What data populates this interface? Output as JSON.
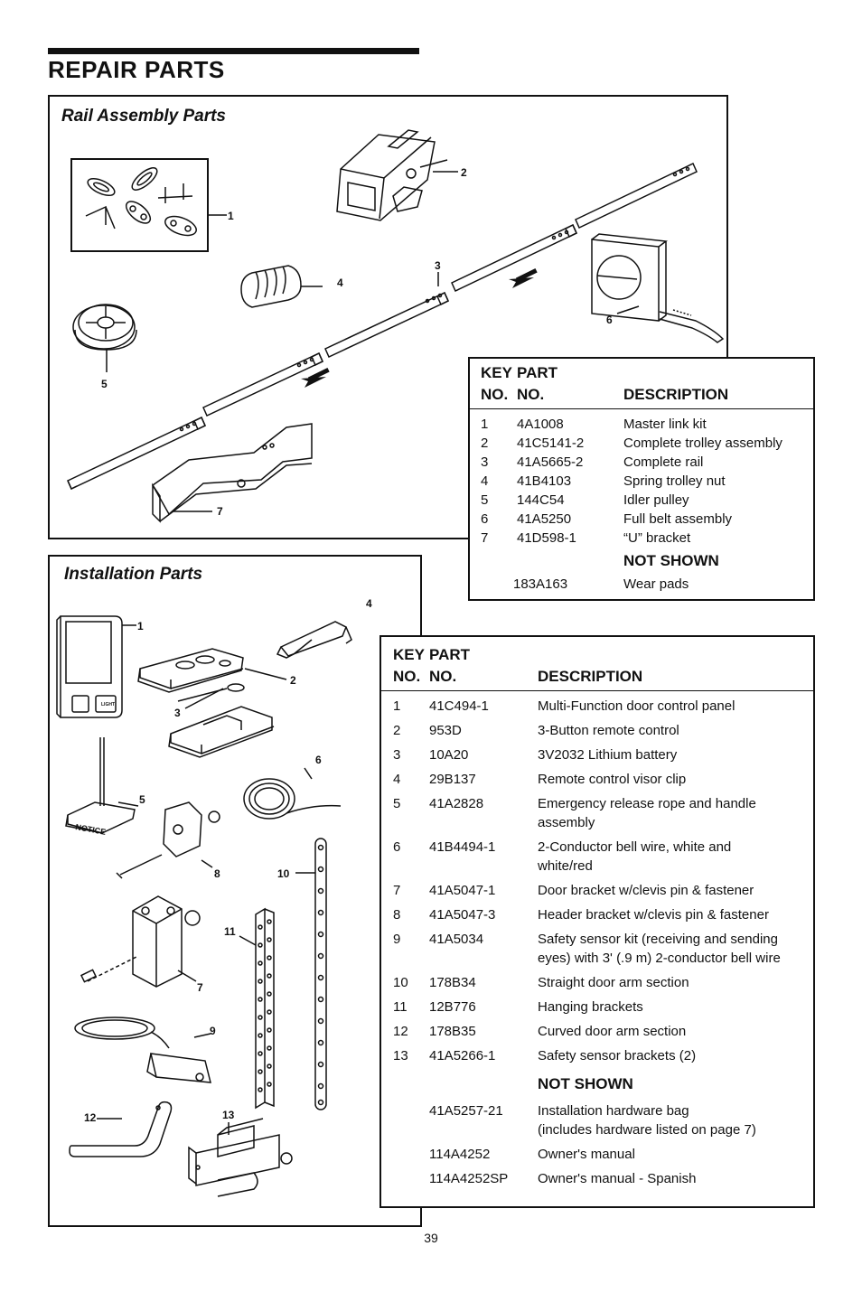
{
  "page": {
    "title": "REPAIR PARTS",
    "page_number": "39"
  },
  "rail_assembly": {
    "title": "Rail Assembly Parts",
    "callouts": [
      "1",
      "2",
      "3",
      "4",
      "5",
      "6",
      "7"
    ],
    "table": {
      "header": {
        "key_label": "KEY",
        "no_label": "NO.",
        "part_label": "PART",
        "part_no_label": "NO.",
        "description_label": "DESCRIPTION"
      },
      "rows": [
        {
          "key": "1",
          "part": "4A1008",
          "description": "Master link kit"
        },
        {
          "key": "2",
          "part": "41C5141-2",
          "description": "Complete trolley assembly"
        },
        {
          "key": "3",
          "part": "41A5665-2",
          "description": "Complete rail"
        },
        {
          "key": "4",
          "part": "41B4103",
          "description": "Spring trolley nut"
        },
        {
          "key": "5",
          "part": "144C54",
          "description": "Idler pulley"
        },
        {
          "key": "6",
          "part": "41A5250",
          "description": "Full belt assembly"
        },
        {
          "key": "7",
          "part": "41D598-1",
          "description": "“U” bracket"
        }
      ],
      "not_shown_label": "NOT SHOWN",
      "not_shown_rows": [
        {
          "key": "",
          "part": "183A163",
          "description": "Wear pads"
        }
      ]
    }
  },
  "installation": {
    "title": "Installation Parts",
    "callouts": [
      "1",
      "2",
      "3",
      "4",
      "5",
      "6",
      "7",
      "8",
      "9",
      "10",
      "11",
      "12",
      "13"
    ],
    "art_text": {
      "notice": "NOTICE",
      "light": "LIGHT"
    },
    "table": {
      "header": {
        "key_label": "KEY",
        "no_label": "NO.",
        "part_label": "PART",
        "part_no_label": "NO.",
        "description_label": "DESCRIPTION"
      },
      "rows": [
        {
          "key": "1",
          "part": "41C494-1",
          "description": "Multi-Function door control panel"
        },
        {
          "key": "2",
          "part": "953D",
          "description": "3-Button remote control"
        },
        {
          "key": "3",
          "part": "10A20",
          "description": "3V2032 Lithium battery"
        },
        {
          "key": "4",
          "part": "29B137",
          "description": "Remote control visor clip"
        },
        {
          "key": "5",
          "part": "41A2828",
          "description": "Emergency release rope and handle",
          "description2": "assembly"
        },
        {
          "key": "6",
          "part": "41B4494-1",
          "description": "2-Conductor bell wire, white and",
          "description2": "white/red"
        },
        {
          "key": "7",
          "part": "41A5047-1",
          "description": "Door bracket w/clevis pin & fastener"
        },
        {
          "key": "8",
          "part": "41A5047-3",
          "description": "Header bracket w/clevis pin & fastener"
        },
        {
          "key": "9",
          "part": "41A5034",
          "description": "Safety sensor kit (receiving and sending",
          "description2": "eyes) with 3' (.9 m) 2-conductor bell wire"
        },
        {
          "key": "10",
          "part": "178B34",
          "description": "Straight door arm section"
        },
        {
          "key": "11",
          "part": "12B776",
          "description": "Hanging brackets"
        },
        {
          "key": "12",
          "part": "178B35",
          "description": "Curved door arm section"
        },
        {
          "key": "13",
          "part": "41A5266-1",
          "description": "Safety sensor brackets (2)"
        }
      ],
      "not_shown_label": "NOT SHOWN",
      "not_shown_rows": [
        {
          "key": "",
          "part": "41A5257-21",
          "description": "Installation hardware bag",
          "description2": "(includes hardware listed on page 7)"
        },
        {
          "key": "",
          "part": "114A4252",
          "description": "Owner's manual"
        },
        {
          "key": "",
          "part": "114A4252SP",
          "description": "Owner's manual - Spanish"
        }
      ]
    }
  }
}
